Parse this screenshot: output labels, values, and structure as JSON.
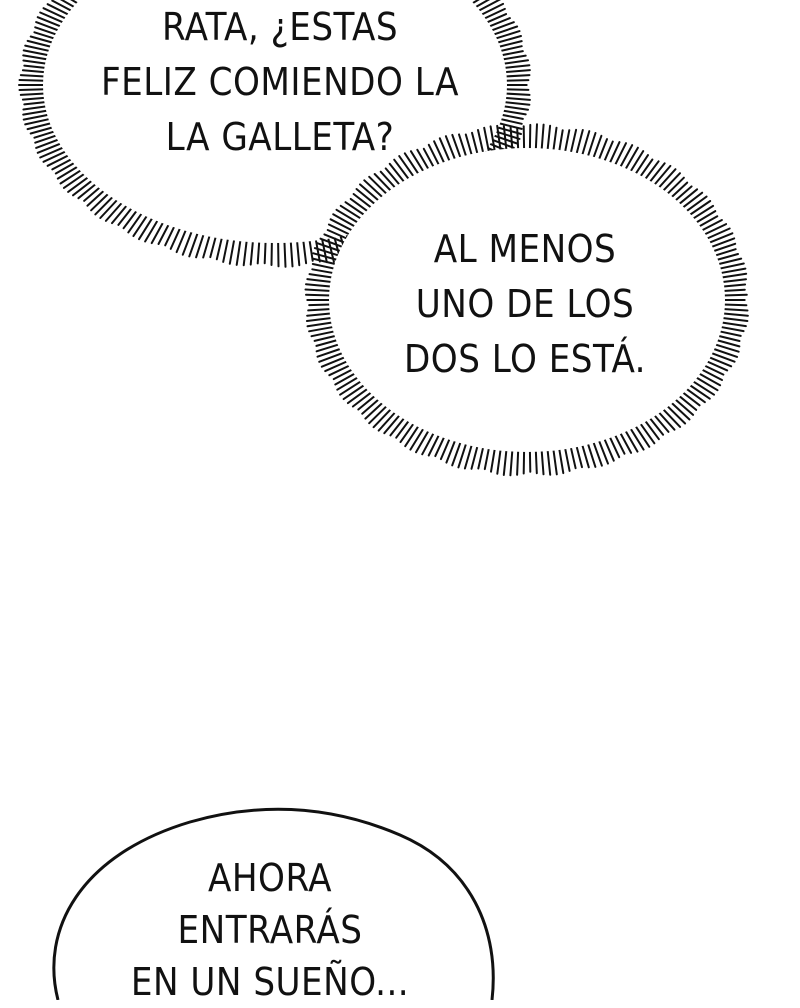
{
  "panel": {
    "background_color": "#ffffff",
    "ink_color": "#111111"
  },
  "bubbles": [
    {
      "style": "spiky-thought",
      "lines": [
        "RATA, ¿ESTAS",
        "FELIZ COMIENDO LA",
        "LA GALLETA?"
      ]
    },
    {
      "style": "spiky-thought",
      "lines": [
        "AL MENOS",
        "UNO DE LOS",
        "DOS LO ESTÁ."
      ]
    },
    {
      "style": "speech-outline",
      "lines": [
        "AHORA",
        "ENTRARÁS",
        "EN UN SUEÑO..."
      ]
    }
  ]
}
